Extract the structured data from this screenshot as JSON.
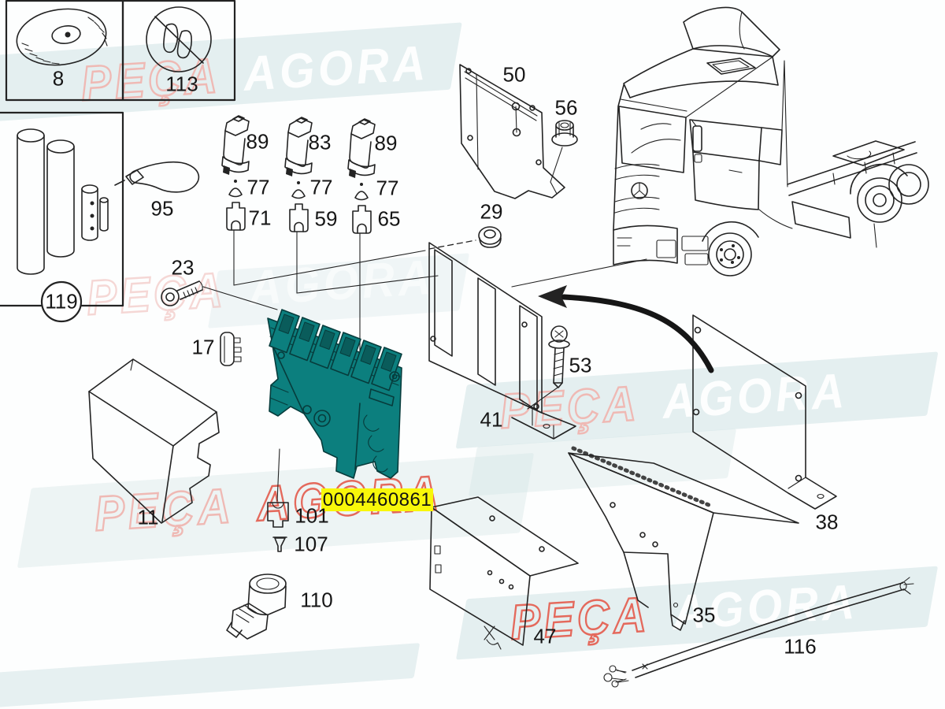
{
  "watermark": {
    "word1": "PEÇA",
    "word2": "AGORA"
  },
  "highlight": {
    "part_number": "0004460861"
  },
  "colors": {
    "line_color": "#232323",
    "part_fill": "#0c7f7e",
    "part_stroke": "#073c3c",
    "part_hole": "#0a5c5b",
    "band_color": "#cfe2e3",
    "wm_pink": "#efb9b4",
    "wm_red": "#e4695c",
    "wm_white": "#ffffff",
    "highlight_bg": "#f8f70a"
  },
  "labels": {
    "p8": "8",
    "p113": "113",
    "p119": "119",
    "p95": "95",
    "p89a": "89",
    "p83": "83",
    "p89b": "89",
    "p77a": "77",
    "p77b": "77",
    "p77c": "77",
    "p71": "71",
    "p59": "59",
    "p65": "65",
    "p23": "23",
    "p17": "17",
    "p11": "11",
    "p101": "101",
    "p107": "107",
    "p110": "110",
    "p50": "50",
    "p56": "56",
    "p29": "29",
    "p41": "41",
    "p53": "53",
    "p38": "38",
    "p35": "35",
    "p47": "47",
    "p116": "116"
  }
}
